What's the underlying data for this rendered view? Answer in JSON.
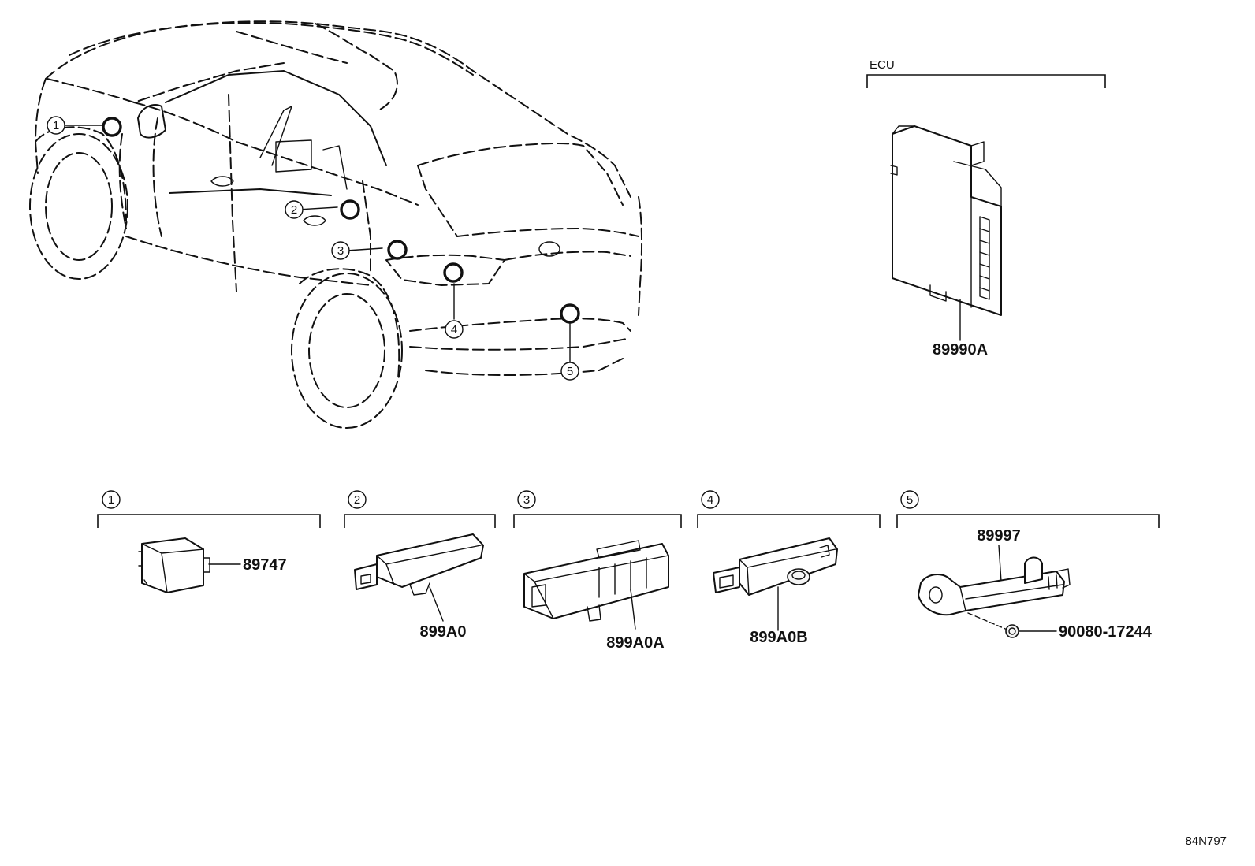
{
  "ecu": {
    "label": "ECU",
    "part_number": "89990A"
  },
  "callouts": [
    "1",
    "2",
    "3",
    "4",
    "5"
  ],
  "groups": [
    {
      "number": "1",
      "parts": [
        "89747"
      ]
    },
    {
      "number": "2",
      "parts": [
        "899A0"
      ]
    },
    {
      "number": "3",
      "parts": [
        "899A0A"
      ]
    },
    {
      "number": "4",
      "parts": [
        "899A0B"
      ]
    },
    {
      "number": "5",
      "parts": [
        "89997",
        "90080-17244"
      ]
    }
  ],
  "diagram_id": "84N797"
}
